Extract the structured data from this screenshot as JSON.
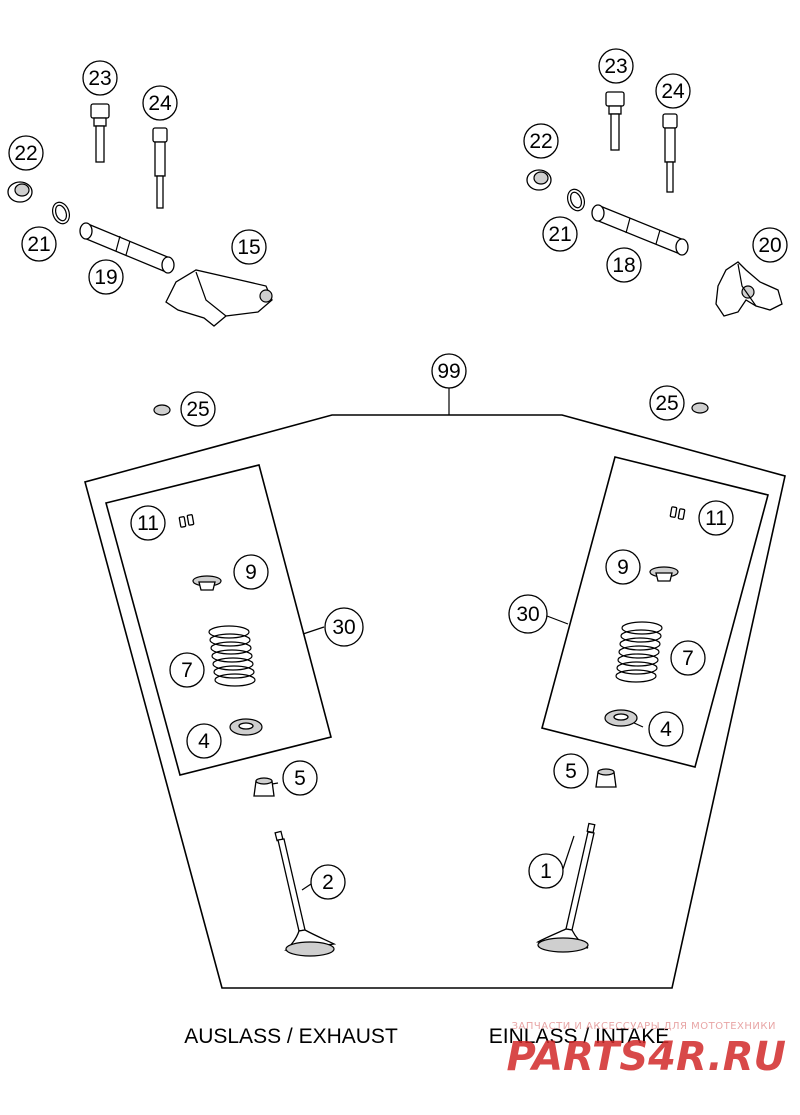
{
  "callouts": {
    "c23l": "23",
    "c24l": "24",
    "c22l": "22",
    "c21l": "21",
    "c19": "19",
    "c15": "15",
    "c23r": "23",
    "c24r": "24",
    "c22r": "22",
    "c21r": "21",
    "c18": "18",
    "c20": "20",
    "c99": "99",
    "c25l": "25",
    "c25r": "25",
    "c11l": "11",
    "c9l": "9",
    "c30l": "30",
    "c7l": "7",
    "c4l": "4",
    "c5l": "5",
    "c2": "2",
    "c11r": "11",
    "c9r": "9",
    "c30r": "30",
    "c7r": "7",
    "c4r": "4",
    "c5r": "5",
    "c1": "1"
  },
  "labels": {
    "exhaust": "AUSLASS / EXHAUST",
    "intake": "EINLASS / INTAKE"
  },
  "watermark": {
    "small": "ЗАПЧАСТИ И АКСЕССУАРЫ ДЛЯ МОТОТЕХНИКИ",
    "big": "PARTS4R.RU"
  }
}
